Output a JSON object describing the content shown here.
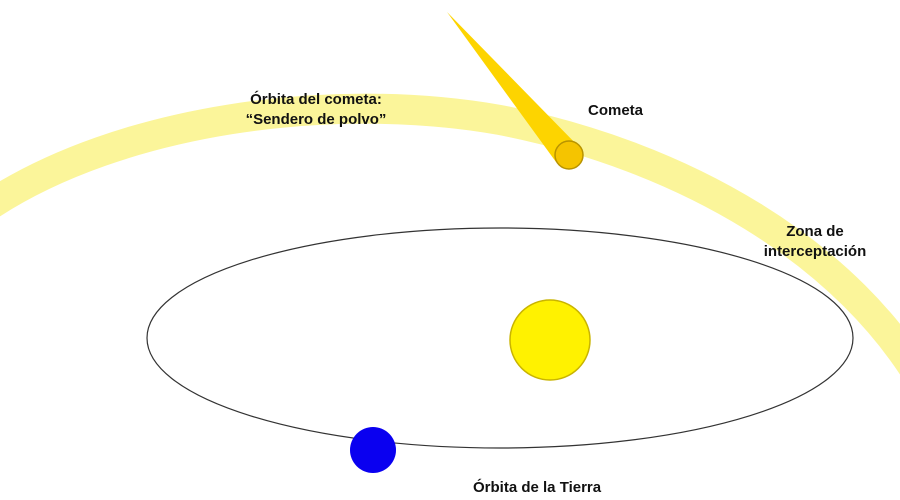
{
  "labels": {
    "comet_orbit": [
      "Órbita del cometa:",
      "“Sendero de polvo”"
    ],
    "comet": "Cometa",
    "intercept_zone": [
      "Zona de",
      "interceptación"
    ],
    "earth_orbit": "Órbita de la Tierra"
  },
  "colors": {
    "dust_trail": "#fbf59a",
    "comet_tail": "#fdd400",
    "comet_head": "#f5c400",
    "sun_fill": "#fff200",
    "sun_stroke": "#c9b400",
    "earth": "#0a00f0",
    "orbit_line": "#333333"
  },
  "icons": {
    "sun": "sun-icon",
    "earth": "earth-icon",
    "comet": "comet-icon"
  }
}
